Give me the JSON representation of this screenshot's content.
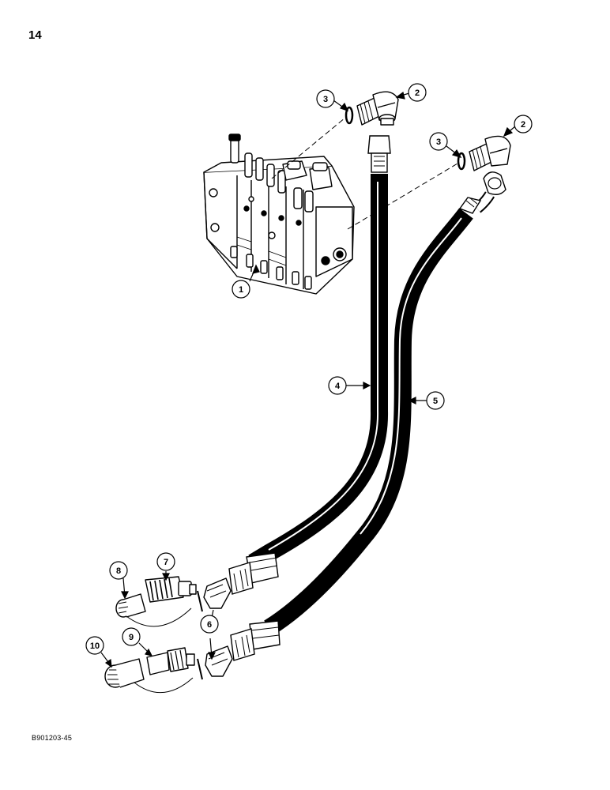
{
  "page_number": "14",
  "figure_code": "B901203-45",
  "callouts": [
    {
      "id": "callout-1a",
      "label": "1"
    },
    {
      "id": "callout-2a",
      "label": "2"
    },
    {
      "id": "callout-2b",
      "label": "2"
    },
    {
      "id": "callout-3a",
      "label": "3"
    },
    {
      "id": "callout-3b",
      "label": "3"
    },
    {
      "id": "callout-4",
      "label": "4"
    },
    {
      "id": "callout-5",
      "label": "5"
    },
    {
      "id": "callout-6",
      "label": "6"
    },
    {
      "id": "callout-7",
      "label": "7"
    },
    {
      "id": "callout-8",
      "label": "8"
    },
    {
      "id": "callout-9",
      "label": "9"
    },
    {
      "id": "callout-10",
      "label": "10"
    }
  ]
}
